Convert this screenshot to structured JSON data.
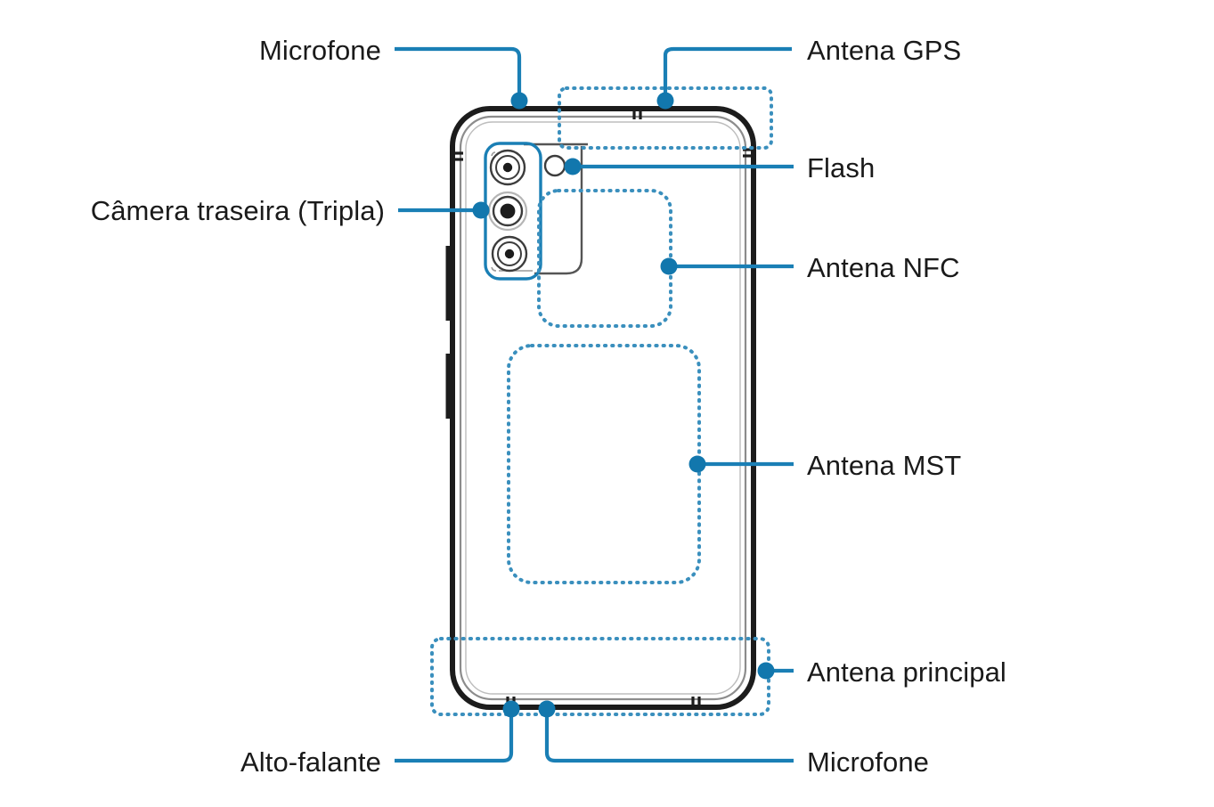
{
  "diagram": {
    "type": "device-callout-diagram",
    "subject": "smartphone-rear-view",
    "language": "pt-BR",
    "colors": {
      "accent_blue": "#1a7fb5",
      "dot_blue": "#1277ad",
      "dotted_blue": "#3a8fbd",
      "body_outline": "#1c1c1c",
      "body_inner": "#8c8c8c",
      "label_text": "#1a1a1a",
      "background": "#ffffff"
    },
    "callouts": [
      {
        "id": "microfone-top",
        "label": "Microfone",
        "side": "left"
      },
      {
        "id": "camera-traseira",
        "label": "Câmera traseira (Tripla)",
        "side": "left"
      },
      {
        "id": "alto-falante",
        "label": "Alto-falante",
        "side": "left"
      },
      {
        "id": "antena-gps",
        "label": "Antena GPS",
        "side": "right"
      },
      {
        "id": "flash",
        "label": "Flash",
        "side": "right"
      },
      {
        "id": "antena-nfc",
        "label": "Antena NFC",
        "side": "right"
      },
      {
        "id": "antena-mst",
        "label": "Antena MST",
        "side": "right"
      },
      {
        "id": "antena-principal",
        "label": "Antena principal",
        "side": "right"
      },
      {
        "id": "microfone-bottom",
        "label": "Microfone",
        "side": "right"
      }
    ],
    "device_parts": {
      "rear_cameras_count": 3,
      "flash_count": 1,
      "side_buttons_count": 2,
      "antenna_zones": [
        "GPS",
        "NFC",
        "MST",
        "principal"
      ]
    }
  }
}
